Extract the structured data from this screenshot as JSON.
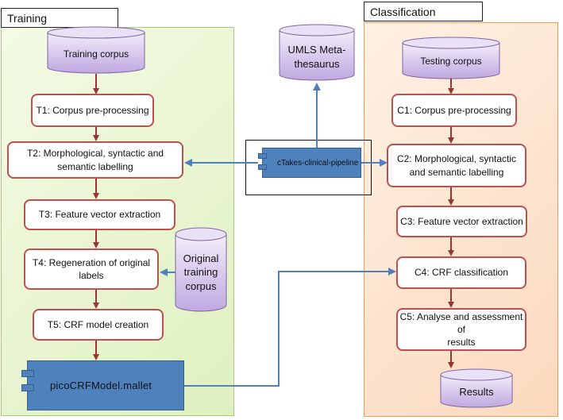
{
  "panels": {
    "training_title": "Training",
    "classification_title": "Classification"
  },
  "training": {
    "corpus": "Training corpus",
    "t1": "T1: Corpus pre-processing",
    "t2_line1": "T2: Morphological, syntactic and",
    "t2_line2": "semantic labelling",
    "t3": "T3: Feature vector extraction",
    "t4_line1": "T4: Regeneration of original",
    "t4_line2": "labels",
    "t5": "T5: CRF model creation",
    "model": "picoCRFModel.mallet"
  },
  "center": {
    "umls_line1": "UMLS Meta-",
    "umls_line2": "thesaurus",
    "pipeline": "cTakes-clinical-pipeline",
    "orig_line1": "Original",
    "orig_line2": "training",
    "orig_line3": "corpus"
  },
  "classification": {
    "corpus": "Testing corpus",
    "c1": "C1: Corpus pre-processing",
    "c2_line1": "C2: Morphological, syntactic",
    "c2_line2": "and semantic labelling",
    "c3": "C3: Feature vector extraction",
    "c4": "C4: CRF classification",
    "c5_line1": "C5: Analyse and assessment of",
    "c5_line2": "results",
    "results": "Results"
  },
  "colors": {
    "step_border": "#c0504d",
    "cylinder_fill": "#c9b6e4",
    "component_fill": "#4f81bd",
    "arrow_blue": "#4f81bd",
    "arrow_red": "#953735"
  }
}
